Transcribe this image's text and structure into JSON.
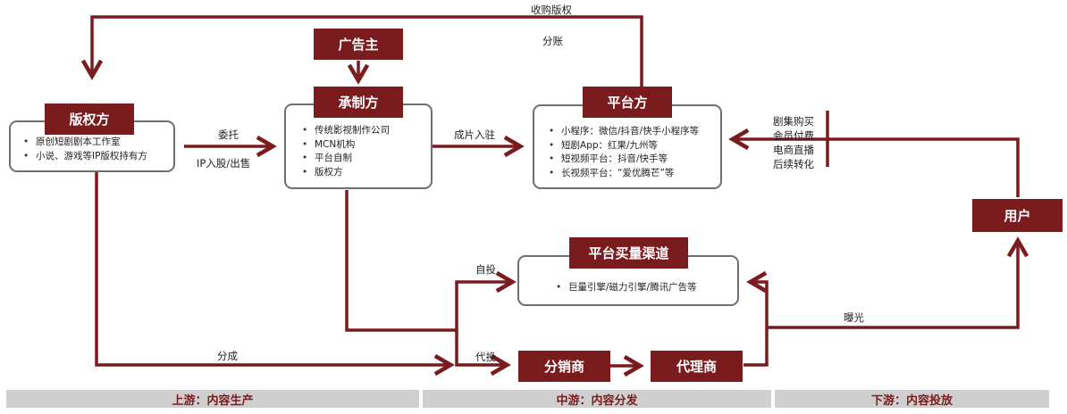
{
  "copyright_holder": {
    "title": "版权方",
    "items": [
      "原创短剧剧本工作室",
      "小说、游戏等IP版权持有方"
    ]
  },
  "advertiser": {
    "title": "广告主"
  },
  "producer": {
    "title": "承制方",
    "items": [
      "传统影视制作公司",
      "MCN机构",
      "平台自制",
      "版权方"
    ]
  },
  "platform": {
    "title": "平台方",
    "items": [
      "小程序：微信/抖音/快手小程序等",
      "短剧App：红果/九州等",
      "短视频平台：抖音/快手等",
      "长视频平台：“爱优腾芒”等"
    ]
  },
  "ad_channel": {
    "title": "平台买量渠道",
    "items": [
      "巨量引擎/磁力引擎/腾讯广告等"
    ]
  },
  "distributor": {
    "title": "分销商"
  },
  "agent": {
    "title": "代理商"
  },
  "user": {
    "title": "用户"
  },
  "labels": {
    "acquire": "收购版权",
    "revenue_share_top": "分账",
    "commission": "委托",
    "ip_stake": "IP入股/出售",
    "onboard": "成片入驻",
    "self_placement": "自投",
    "proxy_placement": "代投",
    "revenue_share_bottom": "分成",
    "exposure": "曝光",
    "user_actions": [
      "剧集购买",
      "会员付费",
      "电商直播",
      "后续转化"
    ]
  },
  "bands": {
    "upstream": "上游：内容生产",
    "midstream": "中游：内容分发",
    "downstream": "下游：内容投放"
  },
  "colors": {
    "accent": "#7a1b1e",
    "border": "#6f6f6f",
    "band": "#cfcfcf"
  }
}
